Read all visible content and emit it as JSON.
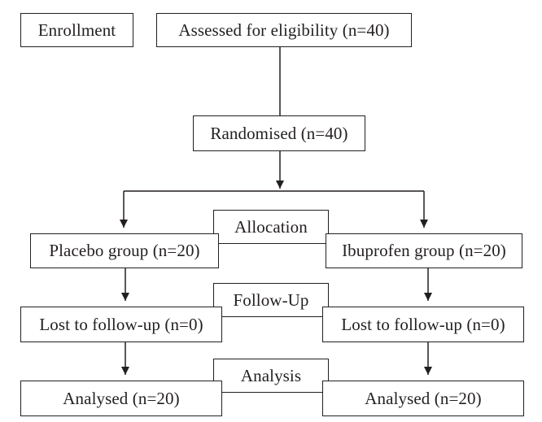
{
  "flowchart": {
    "stages": {
      "enrollment": "Enrollment",
      "allocation": "Allocation",
      "follow_up": "Follow-Up",
      "analysis": "Analysis"
    },
    "assessed": "Assessed for eligibility (n=40)",
    "randomised": "Randomised (n=40)",
    "placebo_group": "Placebo group (n=20)",
    "ibuprofen_group": "Ibuprofen group (n=20)",
    "placebo_lost": "Lost to follow-up (n=0)",
    "ibuprofen_lost": "Lost to follow-up (n=0)",
    "placebo_analysed": "Analysed (n=20)",
    "ibuprofen_analysed": "Analysed (n=20)"
  },
  "colors": {
    "line": "#231f20",
    "text": "#231f20",
    "background": "#ffffff"
  }
}
